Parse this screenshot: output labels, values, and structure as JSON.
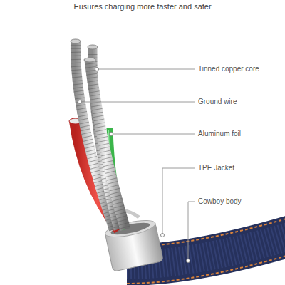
{
  "diagram": {
    "title": "Eusures charging more faster and safer",
    "labels": [
      "Tinned copper core",
      "Ground wire",
      "Aluminum foil",
      "TPE Jacket",
      "Cowboy body"
    ]
  }
}
